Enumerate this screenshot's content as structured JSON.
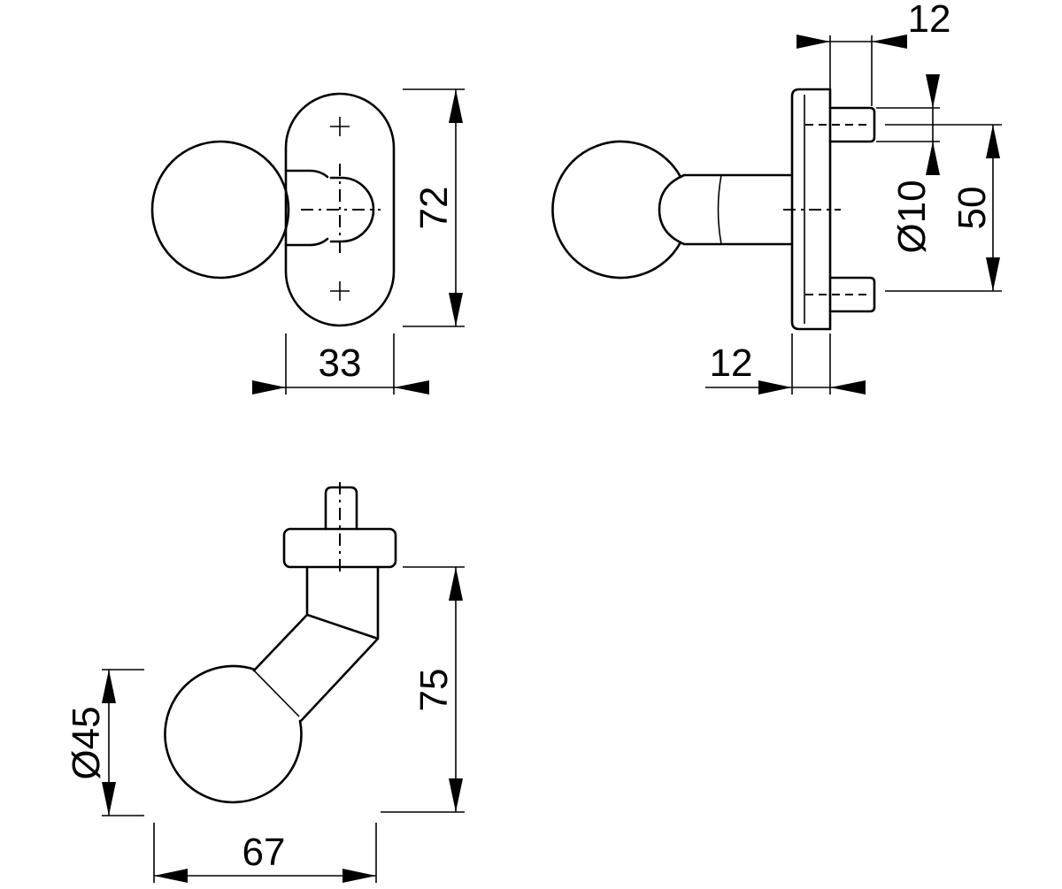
{
  "dimensions": {
    "front_width": "33",
    "front_height": "72",
    "side_rose_thickness": "12",
    "side_pin_offset": "12",
    "side_pin_diameter": "Ø10",
    "side_pin_spacing": "50",
    "bent_height": "75",
    "bent_ball_diameter": "Ø45",
    "bent_width": "67"
  },
  "colors": {
    "line": "#000000",
    "background": "#ffffff"
  }
}
